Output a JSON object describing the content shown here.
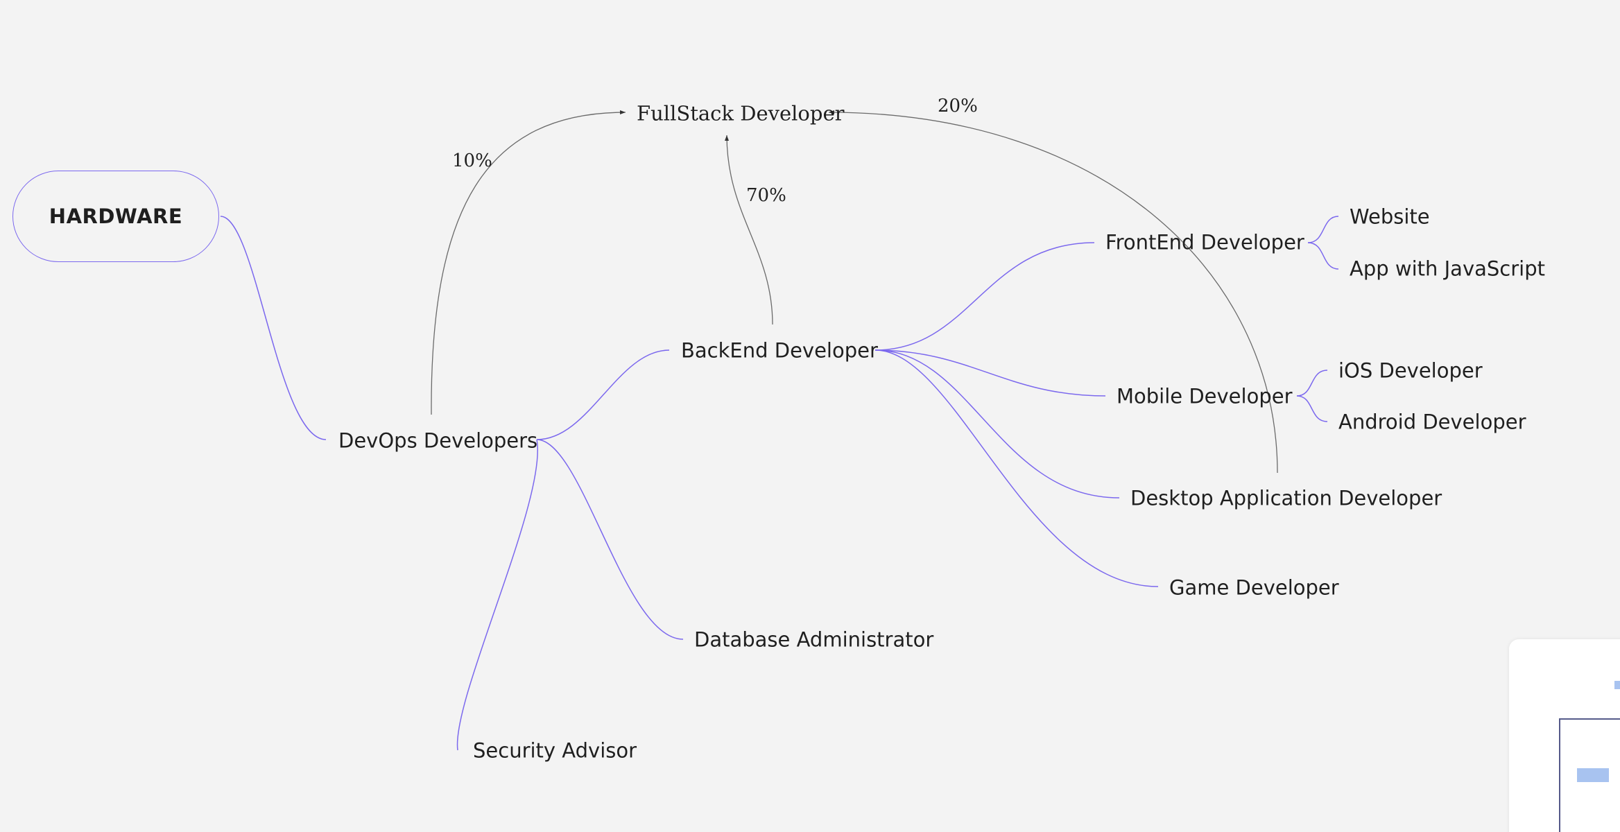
{
  "colors": {
    "background": "#f3f3f3",
    "branch": "#7b68ee",
    "connector": "#6a6a6a",
    "text": "#1f1f1f"
  },
  "root": {
    "label": "HARDWARE"
  },
  "nodes": {
    "devops": "DevOps Developers",
    "backend": "BackEnd Developer",
    "fullstack": "FullStack Developer",
    "frontend": "FrontEnd Developer",
    "website": "Website",
    "app_js": "App with JavaScript",
    "mobile": "Mobile Developer",
    "ios": "iOS Developer",
    "android": "Android Developer",
    "desktop": "Desktop Application Developer",
    "game": "Game Developer",
    "dba": "Database Administrator",
    "security": "Security Advisor"
  },
  "connector_labels": {
    "devops_to_fullstack": "10%",
    "backend_to_fullstack": "70%",
    "desktop_to_fullstack": "20%"
  }
}
